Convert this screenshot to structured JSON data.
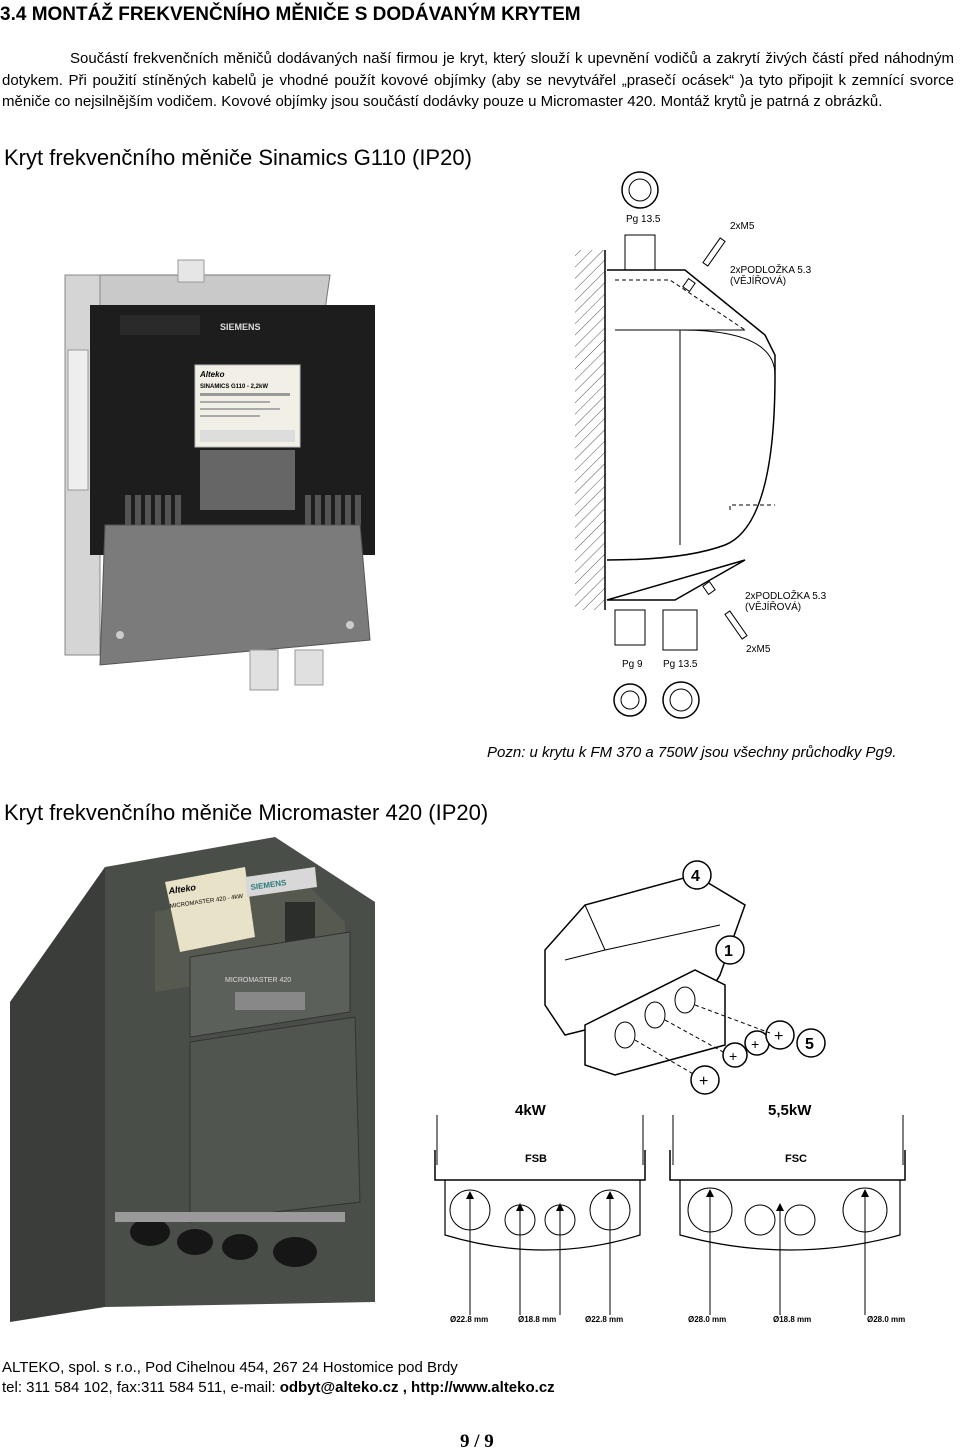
{
  "section_title": "3.4 MONTÁŽ FREKVENČNÍHO MĚNIČE S DODÁVANÝM KRYTEM",
  "intro": "Součástí frekvenčních měničů dodávaných naší firmou je kryt, který slouží k upevnění vodičů a zakrytí živých částí před náhodným dotykem. Při použití stíněných kabelů je vhodné použít kovové objímky (aby se nevytvářel „prasečí ocásek“ )a tyto připojit k zemnící svorce měniče co nejsilnějším vodičem. Kovové objímky jsou součástí dodávky pouze u Micromaster 420. Montáž krytů je patrná z obrázků.",
  "g110": {
    "heading": "Kryt frekvenčního měniče Sinamics G110 (IP20)",
    "photo": {
      "brand": "SIEMENS",
      "label_brand": "Alteko",
      "label_model": "SINAMICS G110 - 2,2kW"
    },
    "drawing": {
      "top_gland": "Pg 13.5",
      "top_screws": "2xM5",
      "top_washer_1": "2xPODLOŽKA 5.3",
      "top_washer_2": "(VĚJÍŘOVÁ)",
      "bottom_washer_1": "2xPODLOŽKA 5.3",
      "bottom_washer_2": "(VĚJÍŘOVÁ)",
      "bottom_screws": "2xM5",
      "bottom_gland_left": "Pg 9",
      "bottom_gland_right": "Pg 13.5"
    },
    "note": "Pozn: u krytu k FM 370 a 750W jsou všechny průchodky Pg9."
  },
  "mm420": {
    "heading": "Kryt frekvenčního měniče Micromaster 420  (IP20)",
    "photo": {
      "brand": "SIEMENS",
      "label_brand": "Alteko",
      "label_model": "MICROMASTER 420 - 4kW",
      "panel_model": "MICROMASTER 420"
    },
    "exploded": {
      "callout_4": "4",
      "callout_1": "1",
      "callout_5": "5"
    },
    "fsb": {
      "power": "4kW",
      "frame": "FSB",
      "d1": "Ø22.8 mm",
      "d2": "Ø18.8 mm",
      "d3": "Ø22.8 mm"
    },
    "fsc": {
      "power": "5,5kW",
      "frame": "FSC",
      "d1": "Ø28.0 mm",
      "d2": "Ø18.8 mm",
      "d3": "Ø28.0 mm"
    }
  },
  "footer": {
    "line1": "ALTEKO, spol. s r.o., Pod Cihelnou 454, 267 24 Hostomice pod Brdy",
    "line2_prefix": "tel: 311 584 102, fax:311 584 511, e-mail: ",
    "email": "odbyt@alteko.cz",
    "line2_sep": " , ",
    "web": "http://www.alteko.cz"
  },
  "page_number": "9 / 9"
}
